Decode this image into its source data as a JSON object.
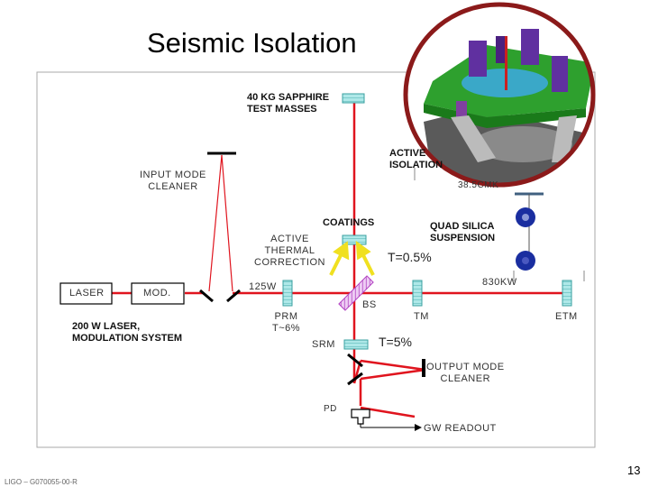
{
  "slide": {
    "title": "Seismic Isolation",
    "page_number": "13",
    "footer": "LIGO – G070055-00-R"
  },
  "diagram": {
    "labels": {
      "test_masses_line1": "40 KG SAPPHIRE",
      "test_masses_line2": "TEST MASSES",
      "active_isolation_line1": "ACTIVE",
      "active_isolation_line2": "ISOLATION",
      "input_mode_cleaner_line1": "INPUT  MODE",
      "input_mode_cleaner_line2": "CLEANER",
      "coatings": "COATINGS",
      "quad_suspension_line1": "QUAD SILICA",
      "quad_suspension_line2": "SUSPENSION",
      "active_thermal_line1": "ACTIVE",
      "active_thermal_line2": "THERMAL",
      "active_thermal_line3": "CORRECTION",
      "t_itm": "T=0.5%",
      "arm_power": "830KW",
      "cavity_power": "38.5CMK",
      "laser": "LASER",
      "mod": "MOD.",
      "prm_power": "125W",
      "bs": "BS",
      "prm_line1": "PRM",
      "prm_line2": "T~6%",
      "itm": "TM",
      "etm": "ETM",
      "laser_system_line1": "200 W LASER,",
      "laser_system_line2": "MODULATION SYSTEM",
      "srm": "SRM",
      "t_srm": "T=5%",
      "output_mode_cleaner_line1": "OUTPUT  MODE",
      "output_mode_cleaner_line2": "CLEANER",
      "pd": "PD",
      "gw_readout": "GW  READOUT"
    },
    "colors": {
      "beam": "#e0141e",
      "optic": "#7fd8d8",
      "beamsplitter": "#c050d0",
      "arrow": "#f0e020",
      "frame": "#999999",
      "callout_ring": "#8b1a1a"
    }
  }
}
